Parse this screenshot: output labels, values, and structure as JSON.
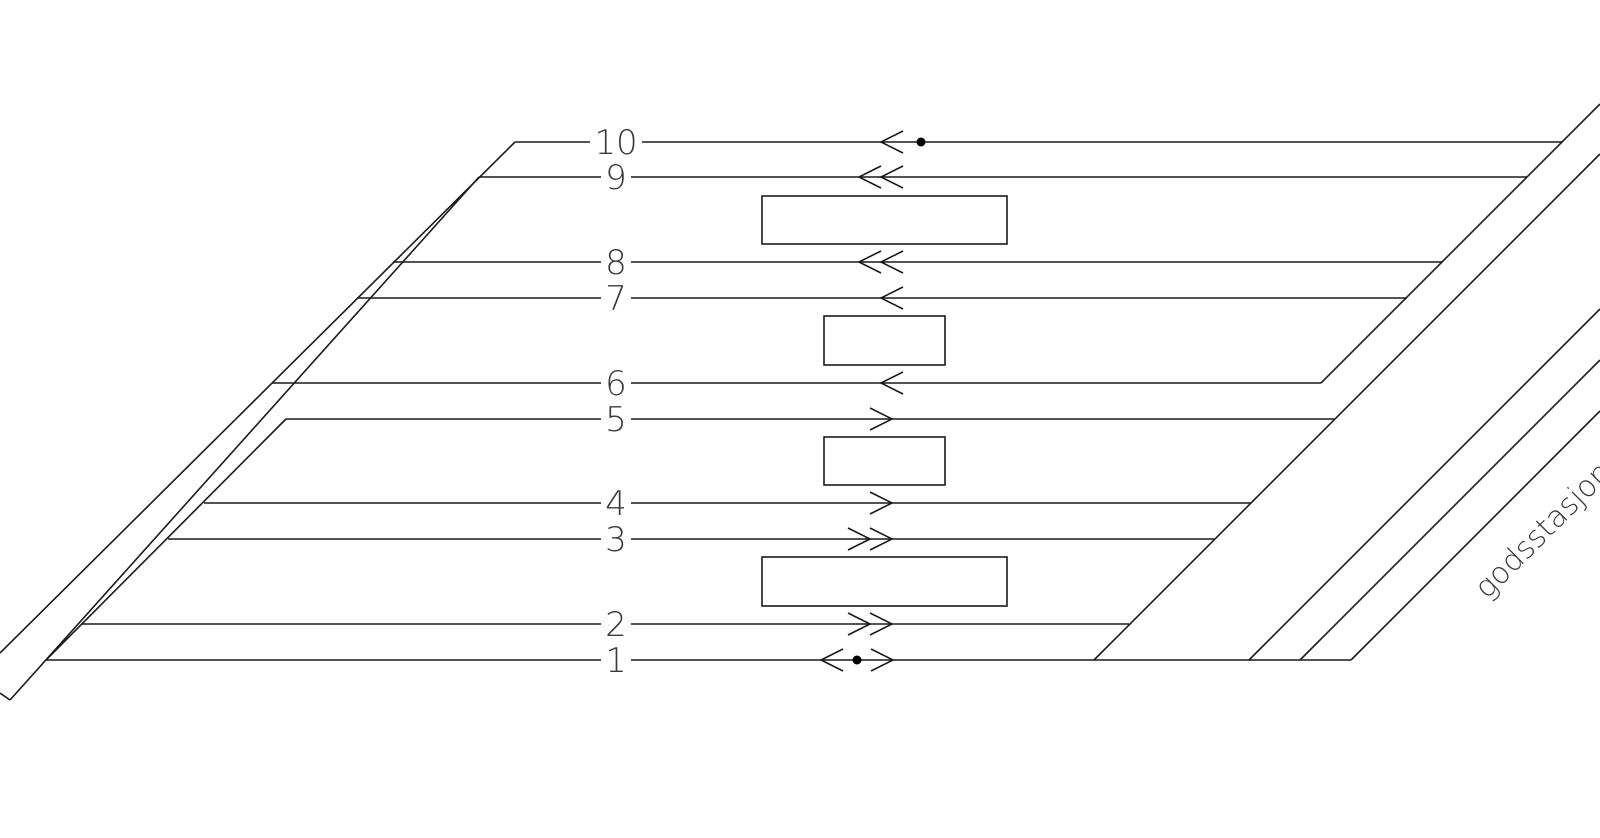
{
  "tracks": [
    {
      "number": "10",
      "direction": "left",
      "arrows": 1,
      "signal_dot": true
    },
    {
      "number": "9",
      "direction": "left",
      "arrows": 2,
      "signal_dot": false
    },
    {
      "number": "8",
      "direction": "left",
      "arrows": 2,
      "signal_dot": false
    },
    {
      "number": "7",
      "direction": "left",
      "arrows": 1,
      "signal_dot": false
    },
    {
      "number": "6",
      "direction": "left",
      "arrows": 1,
      "signal_dot": false
    },
    {
      "number": "5",
      "direction": "right",
      "arrows": 1,
      "signal_dot": false
    },
    {
      "number": "4",
      "direction": "right",
      "arrows": 1,
      "signal_dot": false
    },
    {
      "number": "3",
      "direction": "right",
      "arrows": 2,
      "signal_dot": false
    },
    {
      "number": "2",
      "direction": "right",
      "arrows": 2,
      "signal_dot": false
    },
    {
      "number": "1",
      "direction": "both",
      "arrows": 1,
      "signal_dot": true
    }
  ],
  "freight_label": "godsstasjon"
}
